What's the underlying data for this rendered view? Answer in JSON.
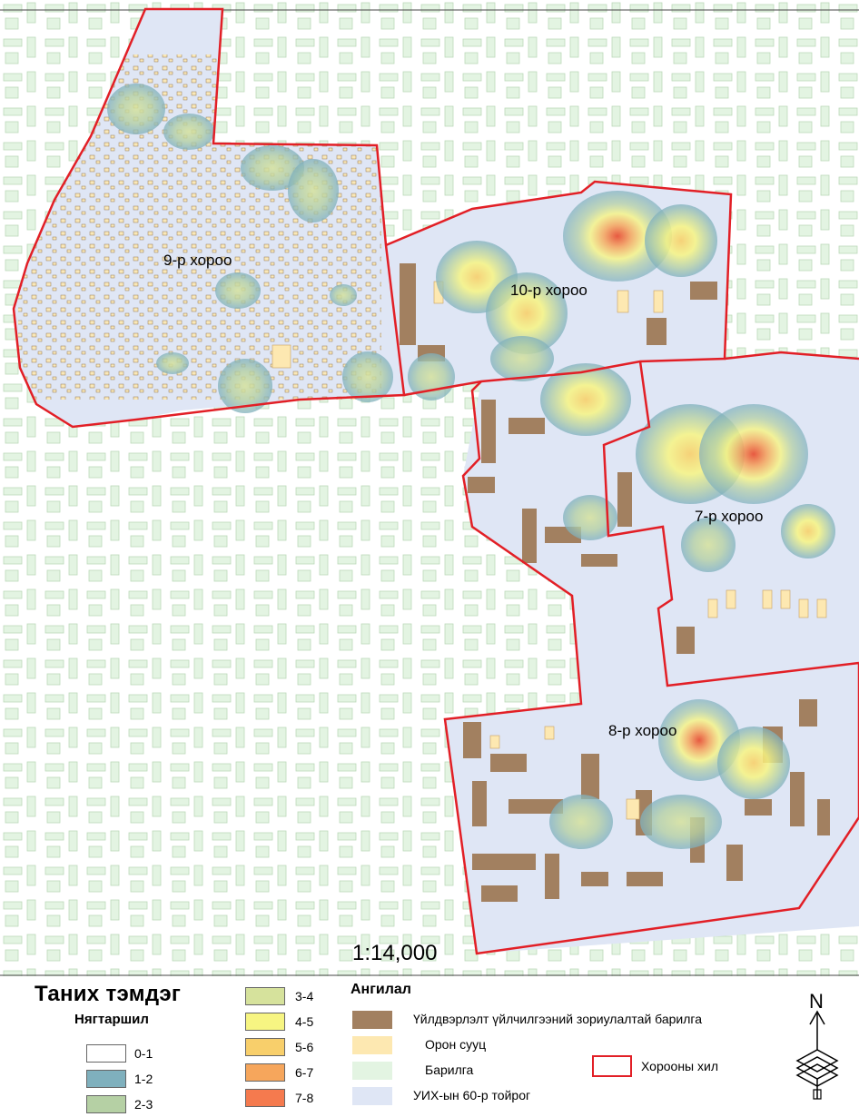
{
  "map": {
    "scale": "1:14,000",
    "khoroos": [
      {
        "id": "9",
        "label": "9-р хороо"
      },
      {
        "id": "10",
        "label": "10-р хороо"
      },
      {
        "id": "7",
        "label": "7-р хороо"
      },
      {
        "id": "8",
        "label": "8-р хороо"
      }
    ]
  },
  "legend": {
    "title": "Таних тэмдэг",
    "density_title": "Нягтаршил",
    "density_classes": [
      {
        "label": "0-1",
        "color": "#ffffff"
      },
      {
        "label": "1-2",
        "color": "#7fb0bd"
      },
      {
        "label": "2-3",
        "color": "#b5d0a4"
      },
      {
        "label": "3-4",
        "color": "#d6e29c"
      },
      {
        "label": "4-5",
        "color": "#f7f582"
      },
      {
        "label": "5-6",
        "color": "#f8cf6b"
      },
      {
        "label": "6-7",
        "color": "#f6a65c"
      },
      {
        "label": "7-8",
        "color": "#f57a4e"
      }
    ],
    "category_title": "Ангилал",
    "categories": [
      {
        "label": "Үйлдвэрлэлт үйлчилгээний зориулалтай барилга",
        "color": "#a28060"
      },
      {
        "label": "Орон сууц",
        "color": "#fde8b1"
      },
      {
        "label": "Барилга",
        "color": "#e3f4e2"
      },
      {
        "label": "УИХ-ын 60-р тойрог",
        "color": "#dfe6f5"
      }
    ],
    "boundary_label": "Хорооны хил",
    "boundary_color": "#e21f26",
    "north_label": "N"
  }
}
